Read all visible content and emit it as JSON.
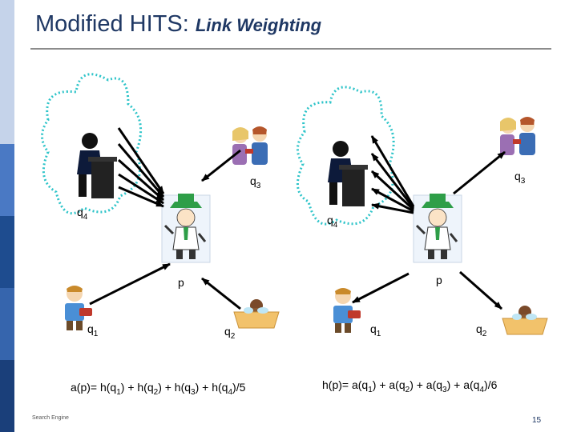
{
  "slide": {
    "title_main": "Modified HITS:",
    "title_sub": "Link Weighting",
    "footer": "Search Engine",
    "page_number": "15"
  },
  "left_diagram": {
    "labels": {
      "q3": "q",
      "q3_sub": "3",
      "q4": "q",
      "q4_sub": "4",
      "p": "p",
      "q1": "q",
      "q1_sub": "1",
      "q2": "q",
      "q2_sub": "2"
    },
    "formula": {
      "a": "a(p)= h(q",
      "s1": "1",
      "b": ") + h(q",
      "s2": "2",
      "c": ") + h(q",
      "s3": "3",
      "d": ") + h(q",
      "s4": "4",
      "e": ")/5"
    }
  },
  "right_diagram": {
    "labels": {
      "q3": "q",
      "q3_sub": "3",
      "q4": "q",
      "q4_sub": "4",
      "p": "p",
      "q1": "q",
      "q1_sub": "1",
      "q2": "q",
      "q2_sub": "2"
    },
    "formula": {
      "a": "h(p)= a(q",
      "s1": "1",
      "b": ") + a(q",
      "s2": "2",
      "c": ") + a(q",
      "s3": "3",
      "d": ") + a(q",
      "s4": "4",
      "e": ")/6"
    }
  },
  "colors": {
    "title": "#1f3864",
    "sidebar_light": "#c5d3ea",
    "sidebar_mid": "#4a79c4",
    "sidebar_dark": "#1e4c8f",
    "cloud_outline": "#2ec4c9"
  }
}
